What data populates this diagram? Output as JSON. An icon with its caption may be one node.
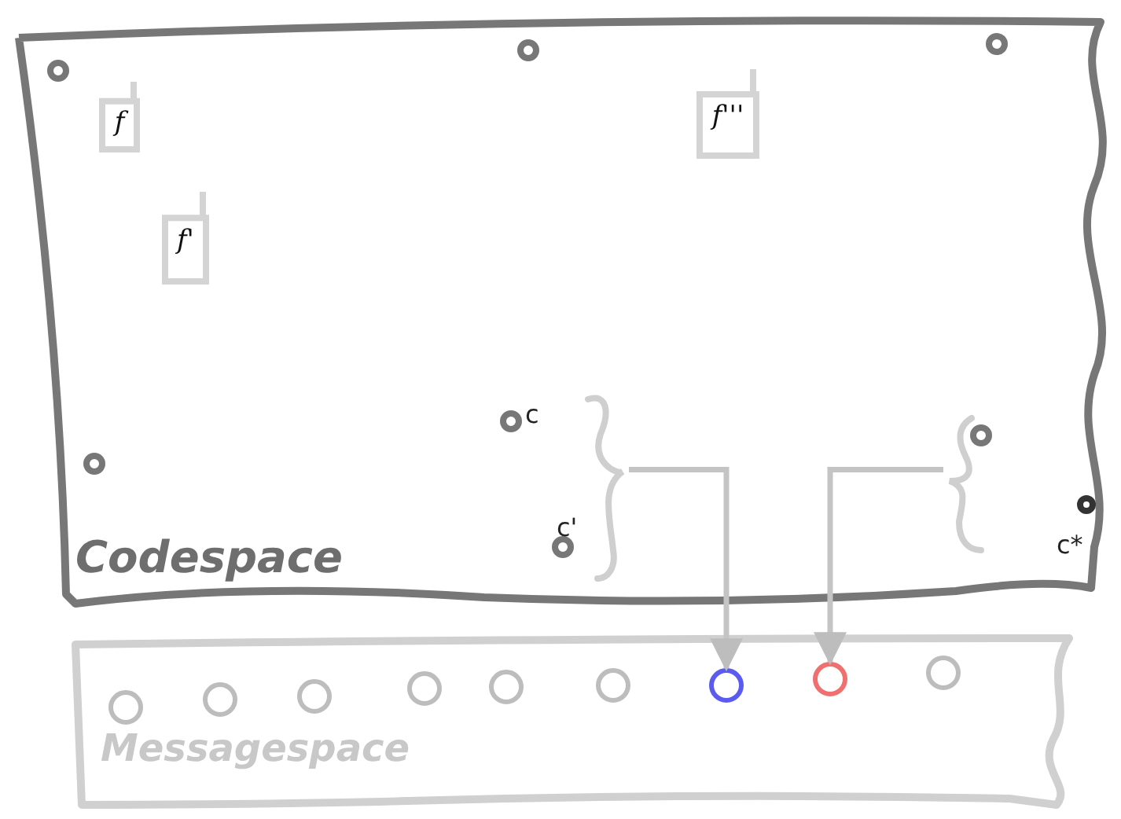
{
  "diagram": {
    "nodes": [
      {
        "text": [
          "Codespace"
        ]
      },
      {
        "text": [],
        "shape": "circle",
        "in": 0
      },
      {
        "text": [
          "f"
        ],
        "in": 0
      },
      {
        "text": [],
        "shape": "circle",
        "in": 0
      },
      {
        "text": [
          "f'''"
        ],
        "in": 0
      },
      {
        "text": [],
        "shape": "circle",
        "in": 0
      },
      {
        "text": [
          "f'"
        ],
        "in": 0
      },
      {
        "text": [],
        "shape": "circle",
        "in": 0,
        "beside": [
          "c"
        ]
      },
      {
        "text": [],
        "shape": "brace",
        "in": 0
      },
      {
        "text": [],
        "shape": "circle",
        "in": 0
      },
      {
        "text": [],
        "shape": "brace",
        "in": 0
      },
      {
        "text": [],
        "shape": "circle",
        "in": 0
      },
      {
        "text": [],
        "shape": "circle",
        "in": 0,
        "beside": [
          "c'"
        ]
      },
      {
        "text": [],
        "shape": "circle",
        "in": 0,
        "beside": [
          "c*"
        ]
      },
      {
        "text": [
          "Messagespace"
        ]
      },
      {
        "text": [],
        "shape": "circle",
        "in": 14
      },
      {
        "text": [],
        "shape": "circle",
        "in": 14
      },
      {
        "text": [],
        "shape": "circle",
        "in": 14
      },
      {
        "text": [],
        "shape": "circle",
        "in": 14
      },
      {
        "text": [],
        "shape": "circle",
        "in": 14
      },
      {
        "text": [],
        "shape": "circle",
        "in": 14
      },
      {
        "text": [],
        "shape": "circle",
        "in": 14
      },
      {
        "text": [],
        "shape": "circle",
        "in": 14
      },
      {
        "text": [],
        "shape": "circle",
        "in": 14
      }
    ],
    "edges": [
      {
        "from": 8,
        "to": 21,
        "arrow": "to"
      },
      {
        "from": 10,
        "to": 22,
        "arrow": "to"
      }
    ]
  }
}
